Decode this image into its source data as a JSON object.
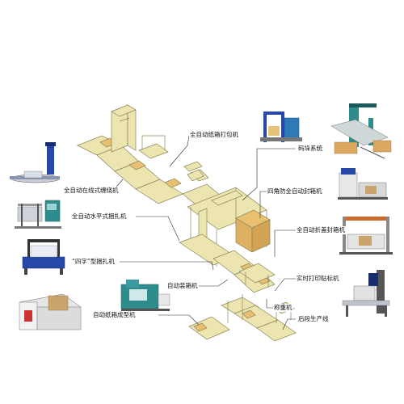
{
  "labels": {
    "auto_carton_strapping": "全自动纸箱打包机",
    "palletizing_system": "码垛系统",
    "online_stretch_wrapper": "全自动在线式缠绕机",
    "corner_side_sealer": "四角防全自动封箱机",
    "horizontal_strapping": "全自动水平式捆扎机",
    "fold_cover_sealer": "全自动折盖封箱机",
    "cross_strapping": "“四字”型捆扎机",
    "realtime_labeler": "实时打印贴标机",
    "auto_case_packer": "自动装箱机",
    "check_weigher": "称重机",
    "auto_case_erector": "自动纸箱成型机",
    "upstream_production_line": "后段生产线"
  },
  "colors": {
    "conveyor": "#e8e0a6",
    "conveyor_edge": "#8c845a",
    "box": "#e8c070",
    "leader_line": "#2a2a2a",
    "machine_teal": "#2e8c8c",
    "machine_blue": "#2848a8"
  },
  "icons": {
    "stretch_wrapper": "stretch-wrapper-machine-icon",
    "horizontal_strapper": "horizontal-strapping-machine-icon",
    "cross_strapper": "cross-strapping-machine-icon",
    "case_erector": "case-erector-machine-icon",
    "case_packer": "case-packer-machine-icon",
    "carton_strapper": "carton-strapping-machine-icon",
    "palletizer": "palletizer-machine-icon",
    "corner_sealer": "corner-sealer-machine-icon",
    "fold_sealer": "fold-cover-sealer-machine-icon",
    "labeler": "label-printer-applicator-icon"
  }
}
